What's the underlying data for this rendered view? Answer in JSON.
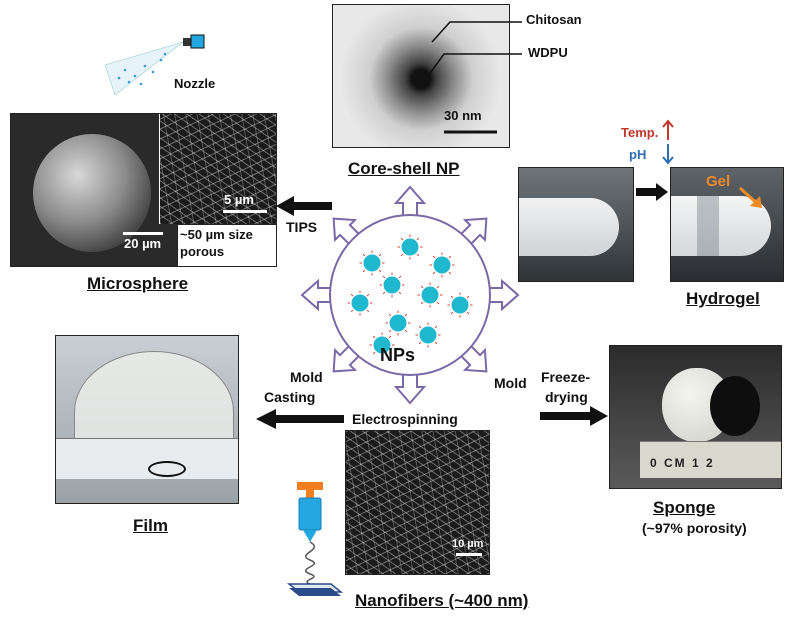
{
  "center": {
    "label": "NPs"
  },
  "core_shell": {
    "title": "Core-shell NP",
    "chitosan": "Chitosan",
    "wdpu": "WDPU",
    "scale": "30 nm"
  },
  "microsphere": {
    "title": "Microsphere",
    "nozzle": "Nozzle",
    "scale_left": "20 µm",
    "scale_right": "5 µm",
    "caption": "~50 µm size porous",
    "method": "TIPS"
  },
  "hydrogel": {
    "title": "Hydrogel",
    "temp": "Temp.",
    "ph": "pH",
    "gel": "Gel"
  },
  "film": {
    "title": "Film",
    "method_line1": "Mold",
    "method_line2": "Casting"
  },
  "sponge": {
    "title": "Sponge",
    "subtitle": "(~97% porosity)",
    "method_mold": "Mold",
    "method_line1": "Freeze-",
    "method_line2": "drying",
    "ruler_text": "0 CM 1 2"
  },
  "nanofibers": {
    "title": "Nanofibers (~400 nm)",
    "method": "Electrospinning",
    "scale": "10 µm"
  },
  "colors": {
    "particle": "#1fb8cf",
    "arrow_outline": "#7b68a6",
    "temp_red": "#c0392b",
    "ph_blue": "#2e6db4",
    "gel_orange": "#f08a24"
  }
}
